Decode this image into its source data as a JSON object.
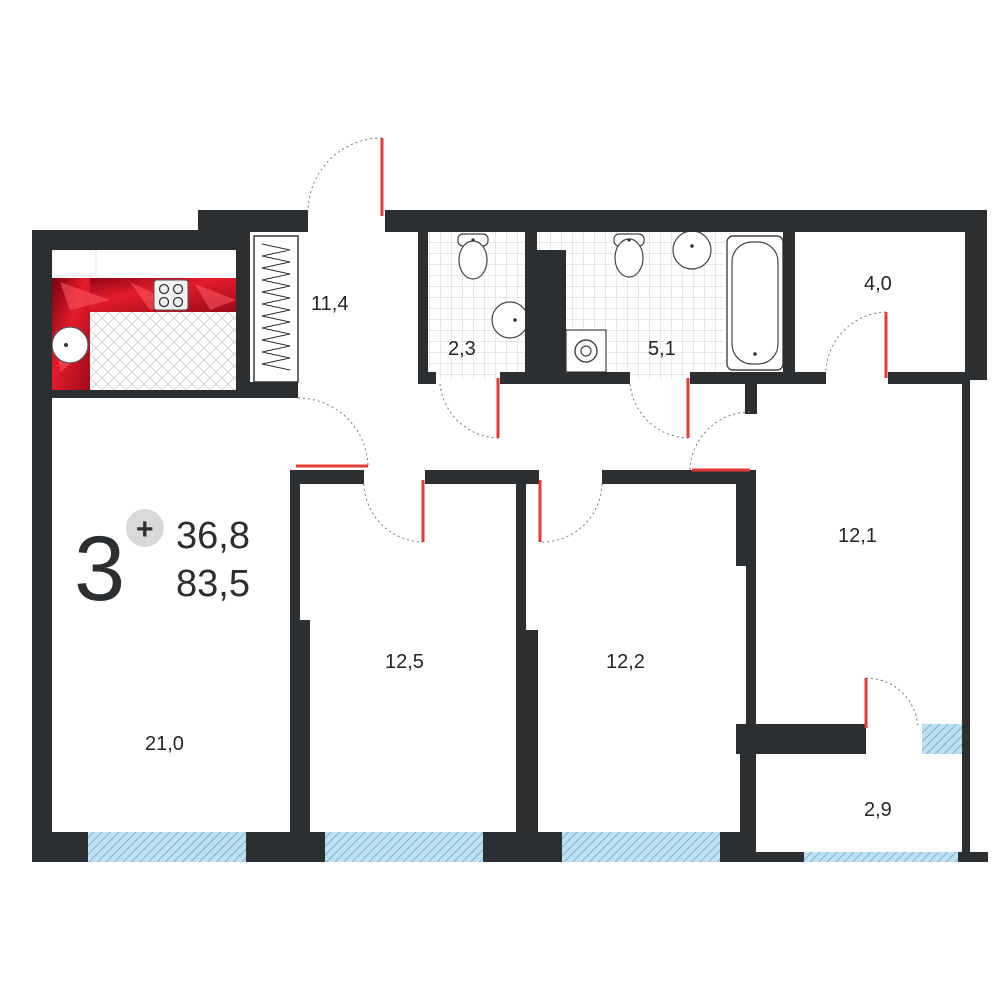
{
  "summary": {
    "rooms": "3",
    "plus_sign": "+",
    "living_area": "36,8",
    "total_area": "83,5"
  },
  "rooms": {
    "living_room": "21,0",
    "hallway": "11,4",
    "wc_small": "2,3",
    "bathroom": "5,1",
    "storage": "4,0",
    "bedroom_left": "12,5",
    "bedroom_middle": "12,2",
    "bedroom_right": "12,1",
    "balcony": "2,9"
  },
  "colors": {
    "wall": "#2b2f32",
    "door": "#e53935",
    "window": "#a9d3ea",
    "kitchen_accent": "#c8102e",
    "tile_line": "#cfd2d4"
  }
}
